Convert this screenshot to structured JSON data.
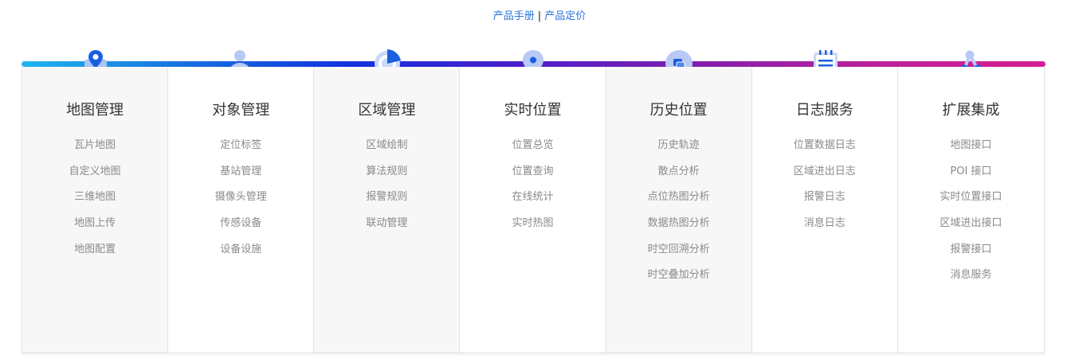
{
  "header": {
    "link_manual": "产品手册",
    "separator": "|",
    "link_pricing": "产品定价"
  },
  "colors": {
    "accent_blue": "#2a73d9",
    "gradient": [
      "#1fb5ee",
      "#1232e0",
      "#7a1fb0",
      "#d61f90"
    ]
  },
  "columns": [
    {
      "icon": "map-pin-icon",
      "title": "地图管理",
      "items": [
        "瓦片地图",
        "自定义地图",
        "三维地图",
        "地图上传",
        "地图配置"
      ]
    },
    {
      "icon": "user-settings-icon",
      "title": "对象管理",
      "items": [
        "定位标签",
        "基站管理",
        "摄像头管理",
        "传感设备",
        "设备设施"
      ]
    },
    {
      "icon": "target-area-icon",
      "title": "区域管理",
      "items": [
        "区域绘制",
        "算法规则",
        "报警规则",
        "联动管理"
      ]
    },
    {
      "icon": "location-pin-icon",
      "title": "实时位置",
      "items": [
        "位置总览",
        "位置查询",
        "在线统计",
        "实时热图"
      ]
    },
    {
      "icon": "history-clock-icon",
      "title": "历史位置",
      "items": [
        "历史轨迹",
        "散点分析",
        "点位热图分析",
        "数据热图分析",
        "时空回溯分析",
        "时空叠加分析"
      ]
    },
    {
      "icon": "notepad-log-icon",
      "title": "日志服务",
      "items": [
        "位置数据日志",
        "区域进出日志",
        "报警日志",
        "消息日志"
      ]
    },
    {
      "icon": "share-nodes-icon",
      "title": "扩展集成",
      "items": [
        "地图接口",
        "POI 接口",
        "实时位置接口",
        "区域进出接口",
        "报警接口",
        "消息服务"
      ]
    }
  ]
}
